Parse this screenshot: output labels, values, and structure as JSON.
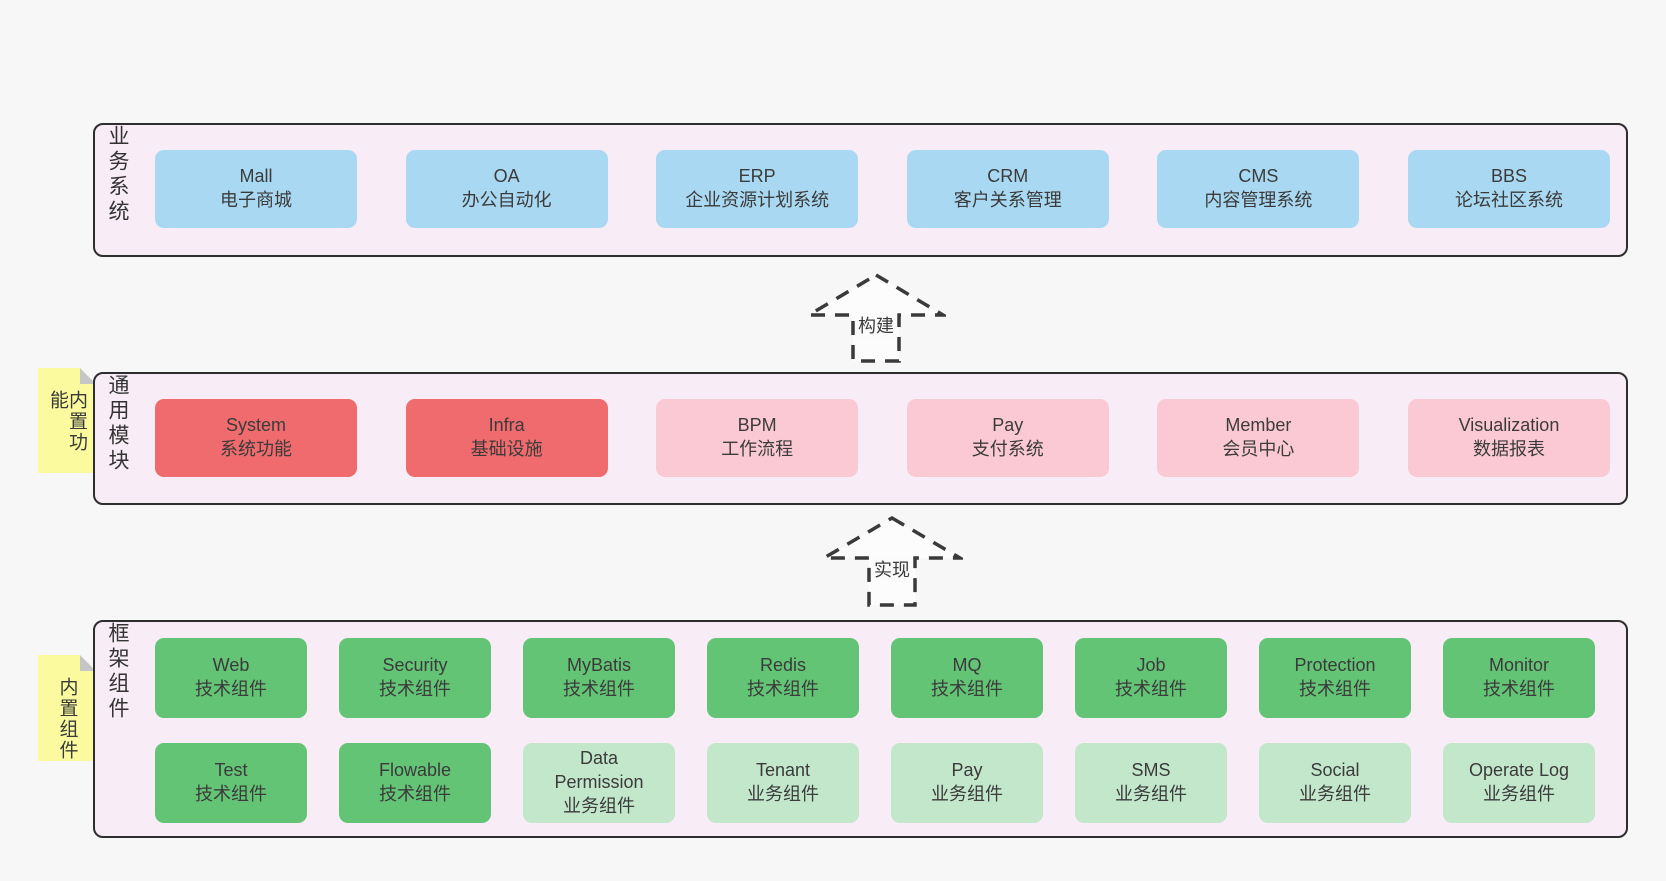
{
  "bands": [
    {
      "label": "业务系统",
      "boxes": [
        {
          "name": "Mall",
          "subtitle": "电子商城"
        },
        {
          "name": "OA",
          "subtitle": "办公自动化"
        },
        {
          "name": "ERP",
          "subtitle": "企业资源计划系统"
        },
        {
          "name": "CRM",
          "subtitle": "客户关系管理"
        },
        {
          "name": "CMS",
          "subtitle": "内容管理系统"
        },
        {
          "name": "BBS",
          "subtitle": "论坛社区系统"
        }
      ]
    },
    {
      "label": "通用模块",
      "note": "内置功能",
      "boxes": [
        {
          "name": "System",
          "subtitle": "系统功能"
        },
        {
          "name": "Infra",
          "subtitle": "基础设施"
        },
        {
          "name": "BPM",
          "subtitle": "工作流程"
        },
        {
          "name": "Pay",
          "subtitle": "支付系统"
        },
        {
          "name": "Member",
          "subtitle": "会员中心"
        },
        {
          "name": "Visualization",
          "subtitle": "数据报表"
        }
      ]
    },
    {
      "label": "框架组件",
      "note": "内置组件",
      "rows": [
        [
          {
            "name": "Web",
            "subtitle": "技术组件"
          },
          {
            "name": "Security",
            "subtitle": "技术组件"
          },
          {
            "name": "MyBatis",
            "subtitle": "技术组件"
          },
          {
            "name": "Redis",
            "subtitle": "技术组件"
          },
          {
            "name": "MQ",
            "subtitle": "技术组件"
          },
          {
            "name": "Job",
            "subtitle": "技术组件"
          },
          {
            "name": "Protection",
            "subtitle": "技术组件"
          },
          {
            "name": "Monitor",
            "subtitle": "技术组件"
          }
        ],
        [
          {
            "name": "Test",
            "subtitle": "技术组件"
          },
          {
            "name": "Flowable",
            "subtitle": "技术组件"
          },
          {
            "name": "Data Permission",
            "subtitle": "业务组件"
          },
          {
            "name": "Tenant",
            "subtitle": "业务组件"
          },
          {
            "name": "Pay",
            "subtitle": "业务组件"
          },
          {
            "name": "SMS",
            "subtitle": "业务组件"
          },
          {
            "name": "Social",
            "subtitle": "业务组件"
          },
          {
            "name": "Operate Log",
            "subtitle": "业务组件"
          }
        ]
      ]
    }
  ],
  "arrows": [
    {
      "label": "构建"
    },
    {
      "label": "实现"
    }
  ],
  "colors": {
    "page_bg": "#f7f7f7",
    "band_bg": "#f8edf6",
    "band_border": "#2e2e2e",
    "business_system_box": "#a9d9f2",
    "core_module_box": "#ef6b6d",
    "optional_module_box": "#fbc9d3",
    "tech_component_box": "#63c475",
    "biz_component_box": "#c3e7cb",
    "note_bg": "#fbfa9e",
    "note_fold": "#c6c6c6",
    "text": "#3a3a3a"
  }
}
